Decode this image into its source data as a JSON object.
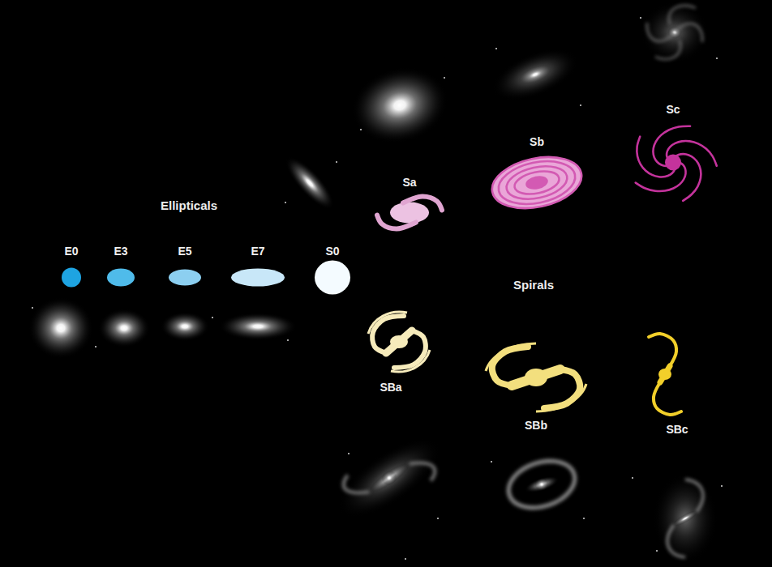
{
  "diagram": {
    "nodes": [
      {
        "text": [
          "E0"
        ]
      },
      {
        "text": [
          "E3"
        ]
      },
      {
        "text": [
          "E5"
        ]
      },
      {
        "text": [
          "E7"
        ]
      },
      {
        "text": [
          "S0"
        ]
      },
      {
        "text": [
          "Sa"
        ]
      },
      {
        "text": [
          "Sb"
        ]
      },
      {
        "text": [
          "Sc"
        ]
      },
      {
        "text": [
          "SBa"
        ]
      },
      {
        "text": [
          "SBb"
        ]
      },
      {
        "text": [
          "SBc"
        ]
      }
    ],
    "labels": [
      "Ellipticals",
      "Spirals"
    ]
  }
}
